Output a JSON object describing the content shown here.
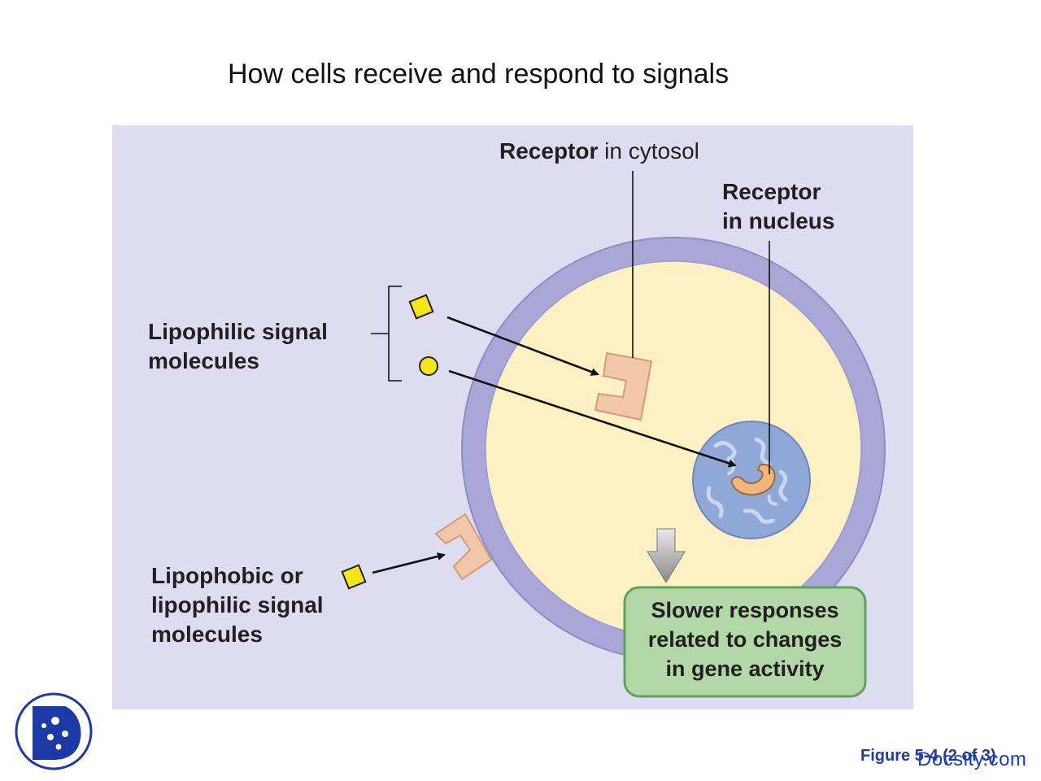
{
  "slide": {
    "title": "How cells receive and respond to signals"
  },
  "diagram": {
    "receptor_cytosol": {
      "bold": "Receptor",
      "rest": "in cytosol"
    },
    "receptor_nucleus": {
      "line1": "Receptor",
      "line2": "in nucleus"
    },
    "lipophilic": {
      "line1": "Lipophilic signal",
      "line2": "molecules"
    },
    "lipophobic": {
      "line1": "Lipophobic or",
      "line2": "lipophilic signal",
      "line3": "molecules"
    },
    "response_box": {
      "line1": "Slower responses",
      "line2": "related to changes",
      "line3": "in gene activity"
    }
  },
  "footer": {
    "figure_caption": "Figure 5-4 (2 of 3)",
    "watermark": "Docsity.com"
  },
  "colors": {
    "background_panel": "#dedcf0",
    "cell_membrane": "#a9a6d8",
    "cytoplasm": "#fdf1c4",
    "nucleus": "#8fa8d8",
    "receptor": "#f2c6a8",
    "signal_molecule": "#f5e61a",
    "response_box": "#b3d8a8",
    "response_box_border": "#5fa35a"
  },
  "icons": {
    "logo": "docsity-logo-icon"
  }
}
